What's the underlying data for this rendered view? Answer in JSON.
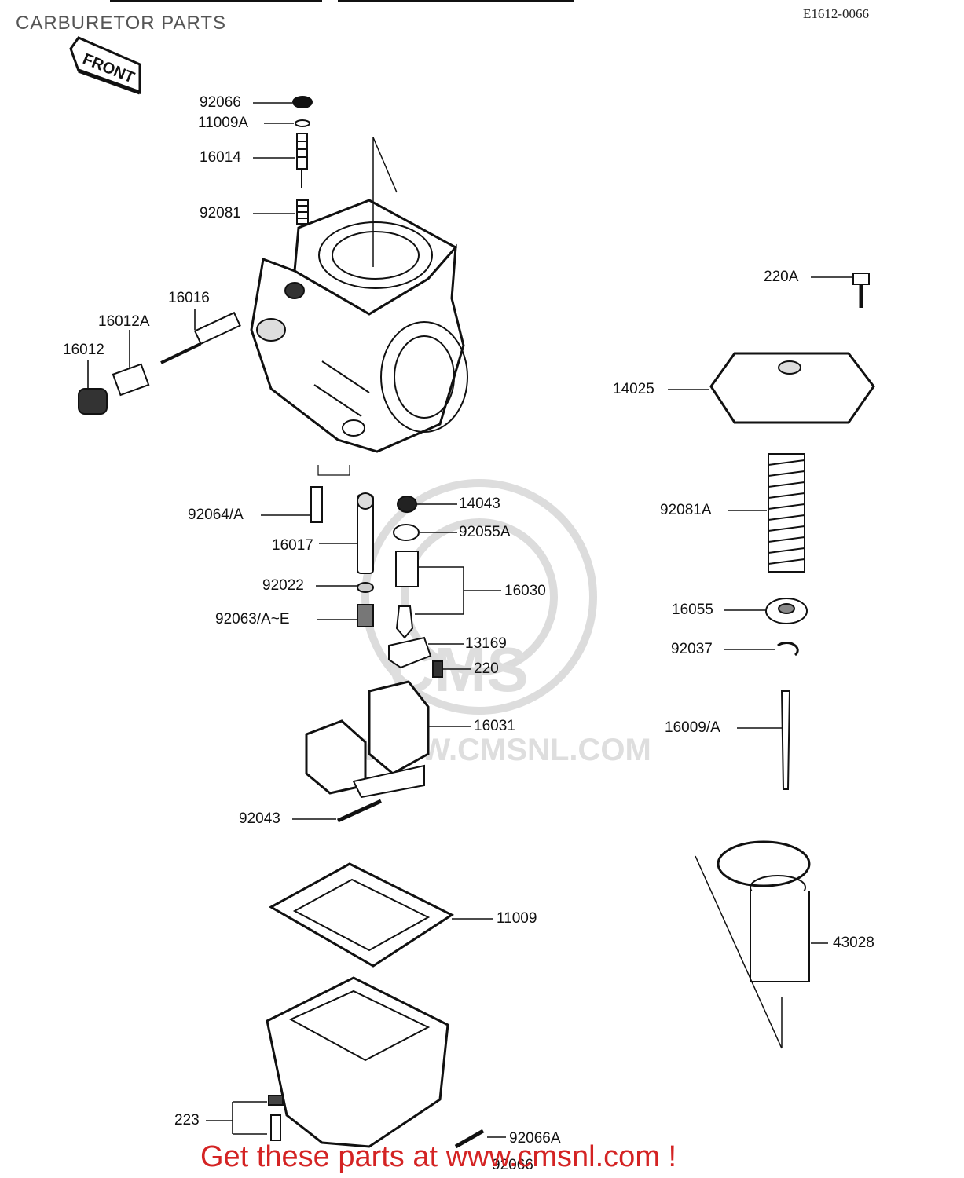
{
  "header": {
    "title": "CARBURETOR PARTS",
    "code": "E1612-0066"
  },
  "front_tag": "FRONT",
  "parts": [
    {
      "id": "p92066",
      "label": "92066"
    },
    {
      "id": "p11009A",
      "label": "11009A"
    },
    {
      "id": "p16014",
      "label": "16014"
    },
    {
      "id": "p92081",
      "label": "92081"
    },
    {
      "id": "p16016",
      "label": "16016"
    },
    {
      "id": "p16012A",
      "label": "16012A"
    },
    {
      "id": "p16012",
      "label": "16012"
    },
    {
      "id": "p92064A",
      "label": "92064/A"
    },
    {
      "id": "p16017",
      "label": "16017"
    },
    {
      "id": "p14043",
      "label": "14043"
    },
    {
      "id": "p92055A",
      "label": "92055A"
    },
    {
      "id": "p92022",
      "label": "92022"
    },
    {
      "id": "p16030",
      "label": "16030"
    },
    {
      "id": "p92063",
      "label": "92063/A~E"
    },
    {
      "id": "p13169",
      "label": "13169"
    },
    {
      "id": "p220",
      "label": "220"
    },
    {
      "id": "p16031",
      "label": "16031"
    },
    {
      "id": "p92043",
      "label": "92043"
    },
    {
      "id": "p11009",
      "label": "11009"
    },
    {
      "id": "p223",
      "label": "223"
    },
    {
      "id": "p92066A",
      "label": "92066A"
    },
    {
      "id": "p92066b",
      "label": "92066"
    },
    {
      "id": "p220A",
      "label": "220A"
    },
    {
      "id": "p14025",
      "label": "14025"
    },
    {
      "id": "p92081A",
      "label": "92081A"
    },
    {
      "id": "p16055",
      "label": "16055"
    },
    {
      "id": "p92037",
      "label": "92037"
    },
    {
      "id": "p16009A",
      "label": "16009/A"
    },
    {
      "id": "p43028",
      "label": "43028"
    }
  ],
  "watermark": {
    "logo": "CMS",
    "url": "WWW.CMSNL.COM"
  },
  "banner": "Get these parts at www.cmsnl.com !"
}
